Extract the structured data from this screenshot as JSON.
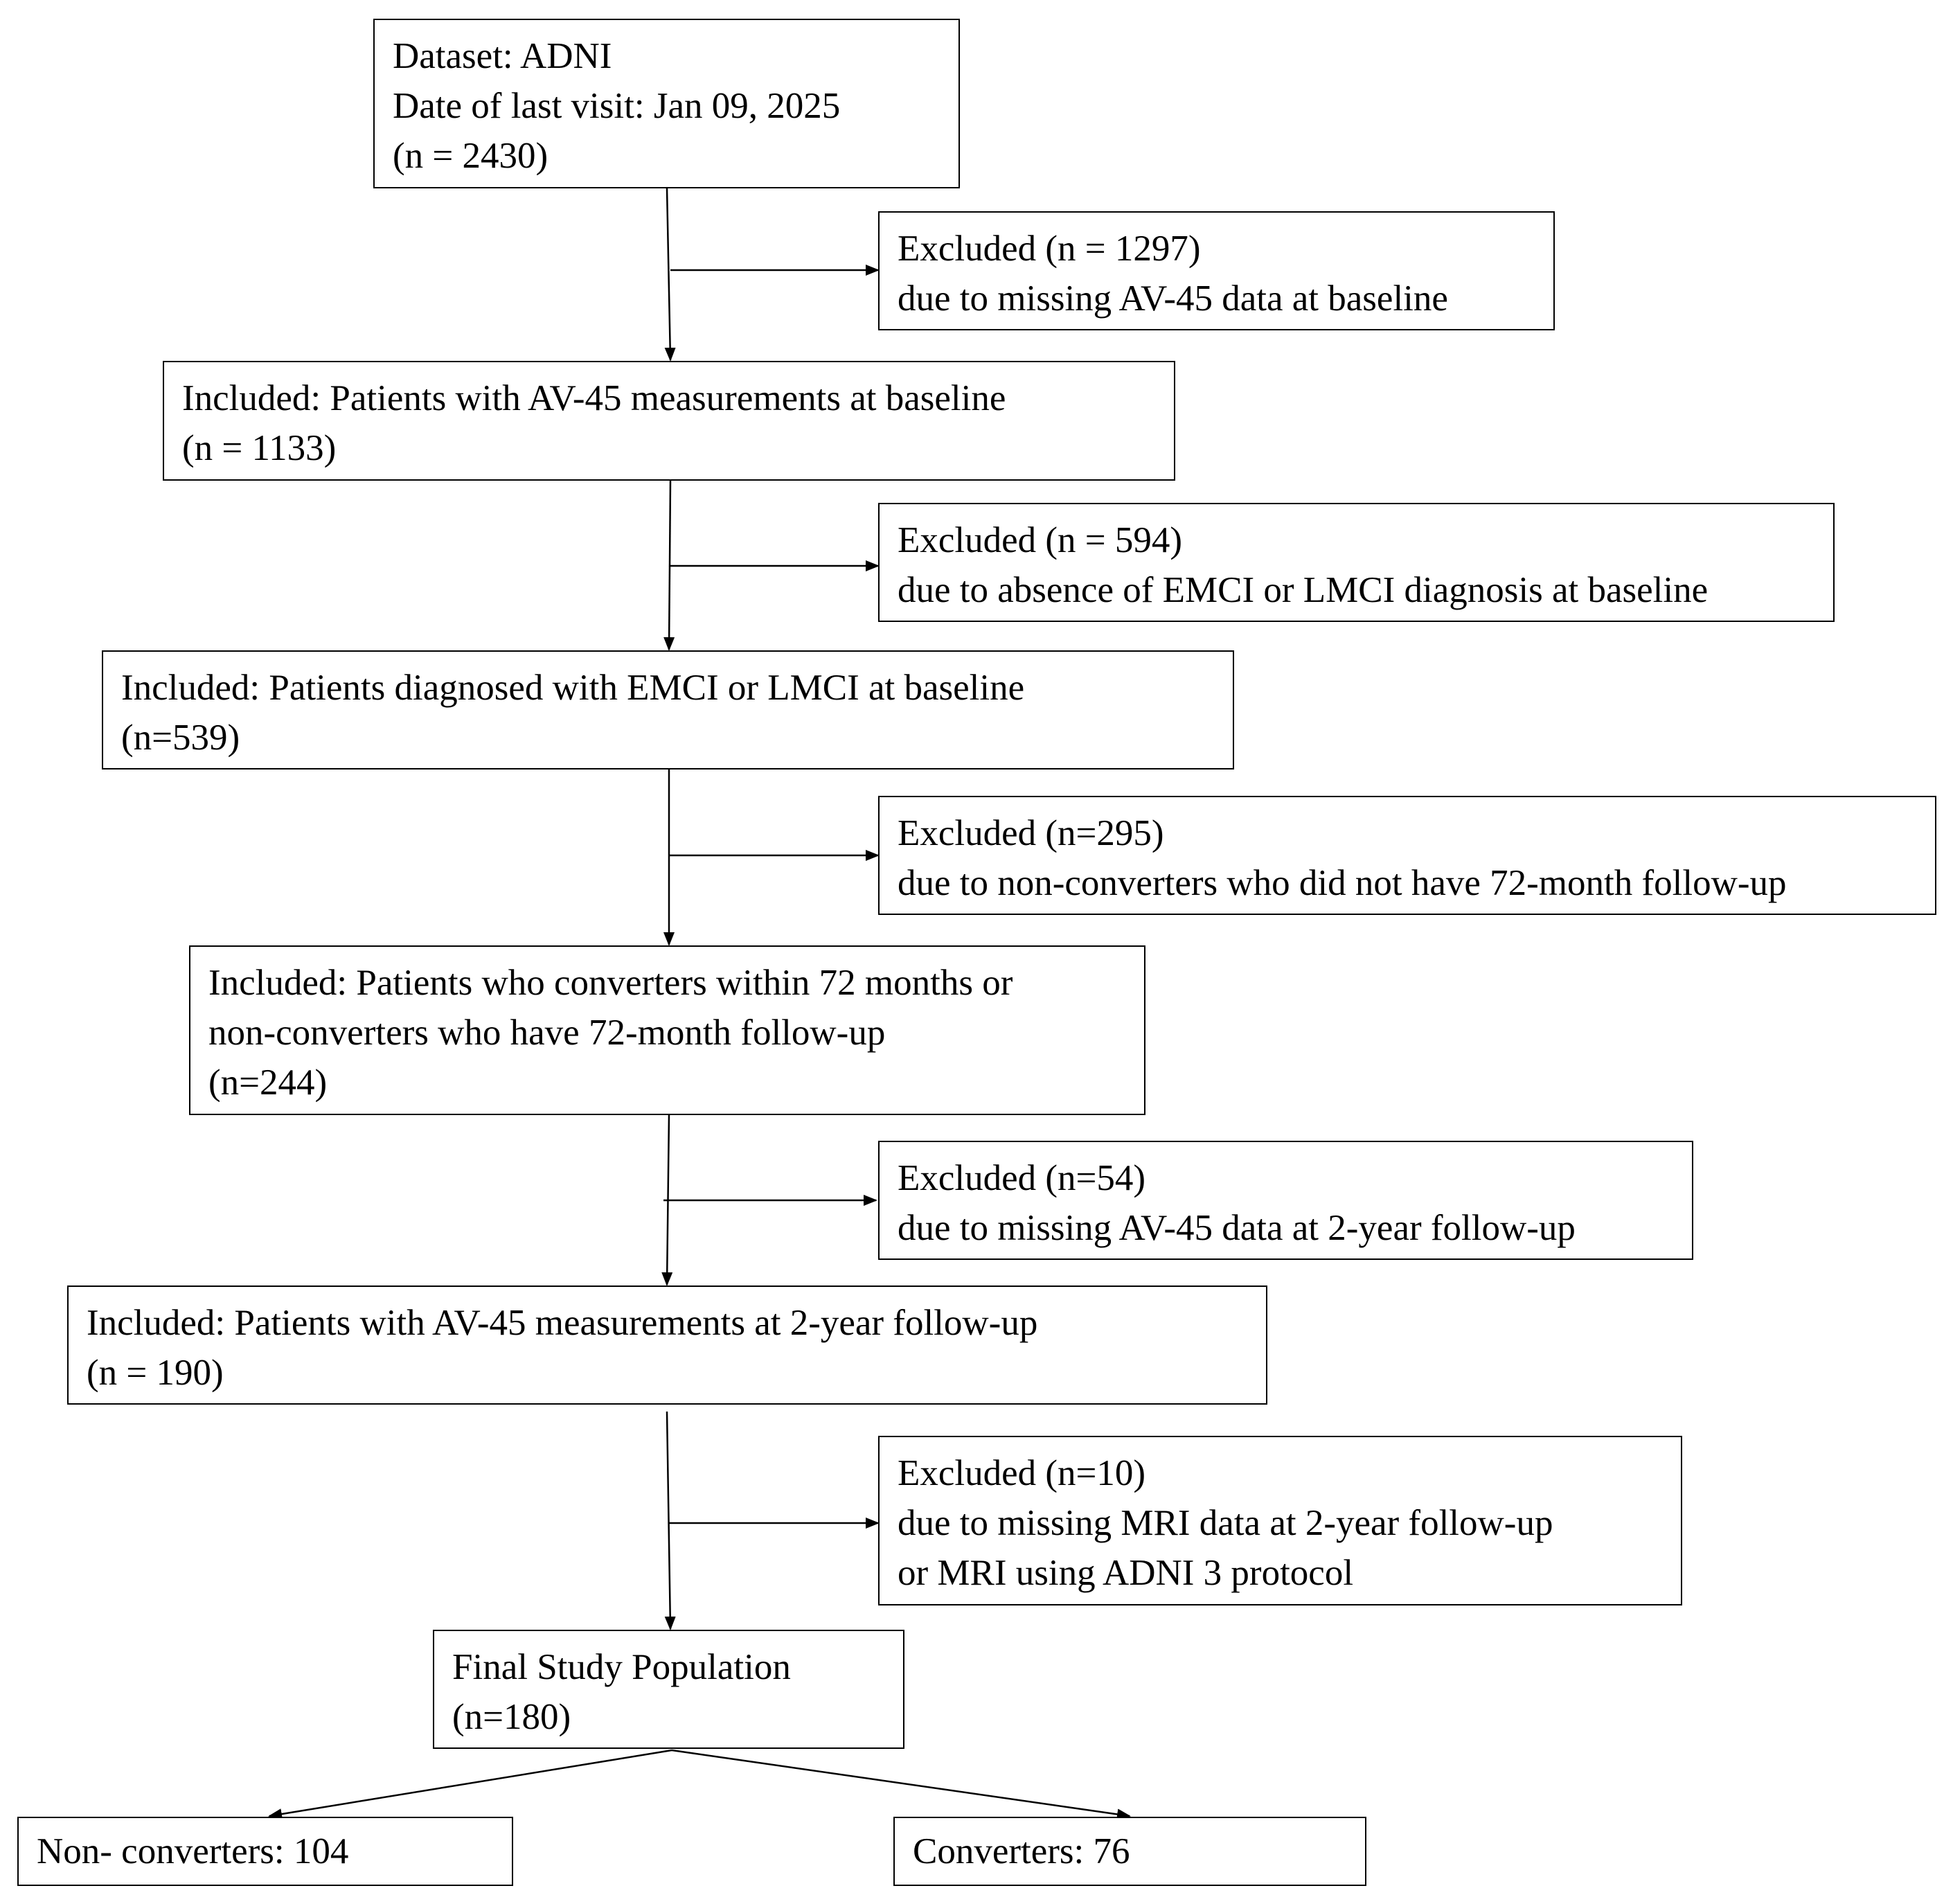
{
  "flowchart": {
    "start": {
      "lines": [
        "Dataset: ADNI",
        "Date of last visit: Jan 09, 2025",
        "(n = 2430)"
      ]
    },
    "excluded_1": {
      "lines": [
        "Excluded (n = 1297)",
        "due to missing AV-45 data at baseline"
      ]
    },
    "included_1": {
      "lines": [
        "Included: Patients with AV-45 measurements at baseline",
        "(n = 1133)"
      ]
    },
    "excluded_2": {
      "lines": [
        "Excluded (n = 594)",
        "due to absence of EMCI or LMCI diagnosis at baseline"
      ]
    },
    "included_2": {
      "lines": [
        "Included: Patients diagnosed with EMCI or LMCI at baseline",
        "(n=539)"
      ]
    },
    "excluded_3": {
      "lines": [
        "Excluded (n=295)",
        "due to non-converters who did not have 72-month follow-up"
      ]
    },
    "included_3": {
      "lines": [
        "Included: Patients who converters within 72 months or",
        "non-converters who have 72-month follow-up",
        "(n=244)"
      ]
    },
    "excluded_4": {
      "lines": [
        "Excluded (n=54)",
        "due to missing AV-45 data at 2-year follow-up"
      ]
    },
    "included_4": {
      "lines": [
        "Included: Patients with AV-45 measurements at 2-year follow-up",
        "(n = 190)"
      ]
    },
    "excluded_5": {
      "lines": [
        "Excluded (n=10)",
        "due to missing MRI data at 2-year follow-up",
        "or MRI using ADNI 3 protocol"
      ]
    },
    "final": {
      "lines": [
        "Final Study Population",
        "(n=180)"
      ]
    },
    "non_converters": {
      "lines": [
        "Non- converters: 104"
      ]
    },
    "converters": {
      "lines": [
        "Converters: 76"
      ]
    }
  }
}
